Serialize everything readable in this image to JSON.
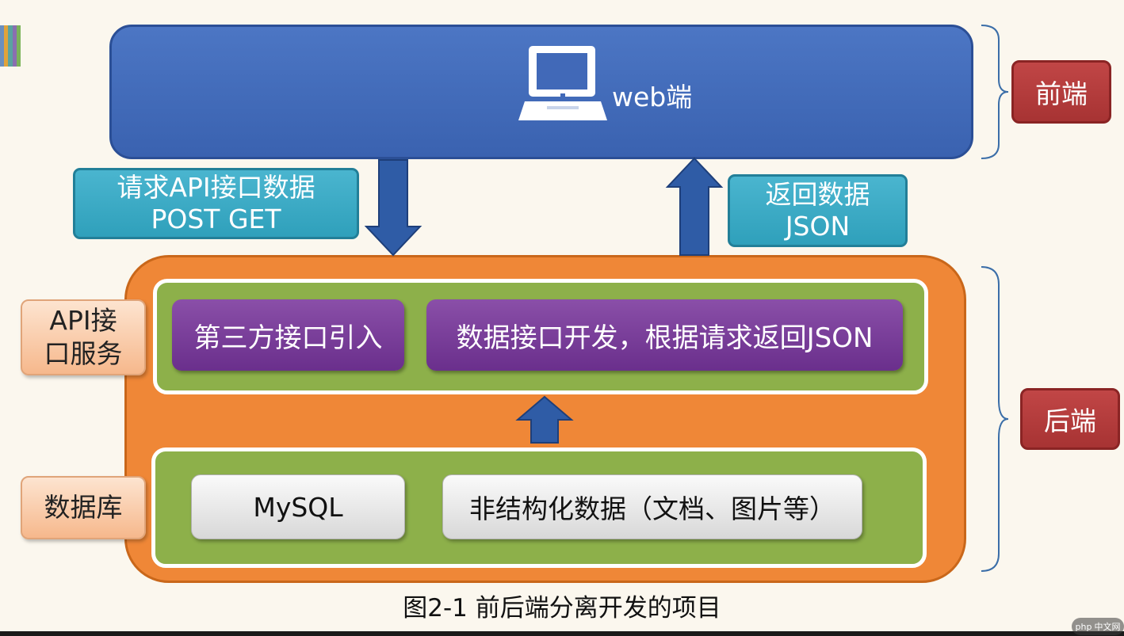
{
  "frontend": {
    "title": "web端",
    "tag": "前端"
  },
  "request_box": {
    "line1": "请求API接口数据",
    "line2": "POST GET"
  },
  "response_box": {
    "line1": "返回数据",
    "line2": "JSON"
  },
  "backend": {
    "tag": "后端",
    "api_layer": {
      "label_line1": "API接",
      "label_line2": "口服务",
      "items": [
        "第三方接口引入",
        "数据接口开发，根据请求返回JSON"
      ]
    },
    "db_layer": {
      "label": "数据库",
      "items": [
        "MySQL",
        "非结构化数据（文档、图片等）"
      ]
    }
  },
  "caption": "图2-1 前后端分离开发的项目",
  "watermark": {
    "logo": "php",
    "text": "中文网"
  },
  "colors": {
    "frontend_blue": "#4169b8",
    "backend_orange": "#ef8737",
    "layer_green": "#8db04a",
    "tag_red": "#b23b3b",
    "label_teal": "#3aa9c3",
    "api_purple": "#7a3f9c",
    "arrow_blue": "#2f5ca6"
  }
}
